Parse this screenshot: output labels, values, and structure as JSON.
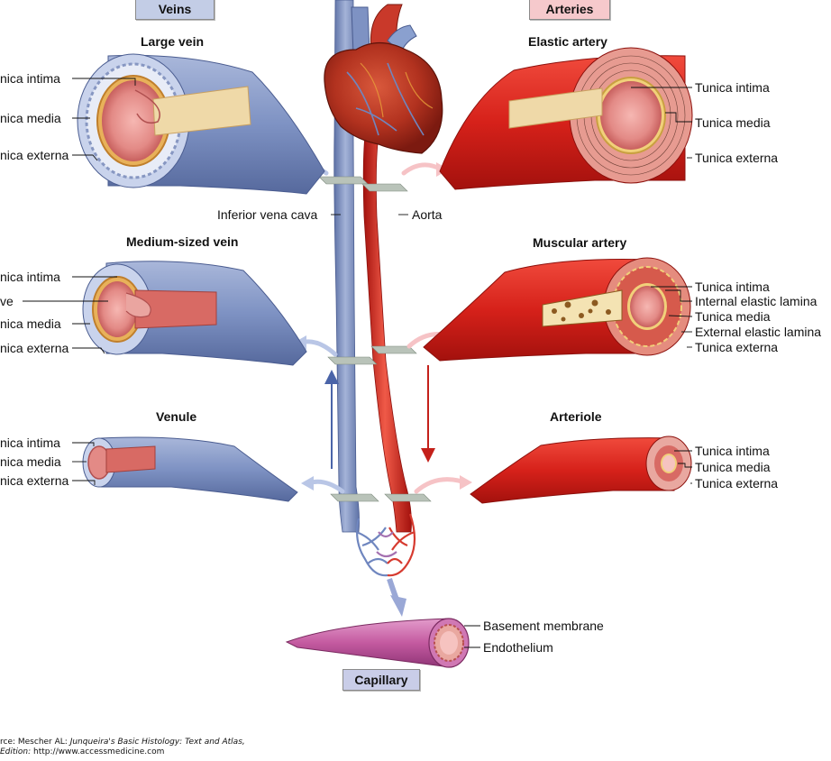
{
  "headers": {
    "veins": "Veins",
    "arteries": "Arteries",
    "capillary": "Capillary"
  },
  "vein_titles": {
    "large": "Large vein",
    "medium": "Medium-sized vein",
    "venule": "Venule"
  },
  "artery_titles": {
    "elastic": "Elastic artery",
    "muscular": "Muscular artery",
    "arteriole": "Arteriole"
  },
  "large_vein_labels": {
    "intima": "nica intima",
    "media": "nica media",
    "externa": "nica externa"
  },
  "medium_vein_labels": {
    "intima": "nica intima",
    "valve": "ve",
    "media": "nica media",
    "externa": "nica externa"
  },
  "venule_labels": {
    "intima": "nica intima",
    "media": "nica media",
    "externa": "nica externa"
  },
  "elastic_labels": {
    "intima": "Tunica intima",
    "media": "Tunica media",
    "externa": "Tunica externa"
  },
  "muscular_labels": {
    "intima": "Tunica intima",
    "iel": "Internal elastic lamina",
    "media": "Tunica media",
    "eel": "External elastic lamina",
    "externa": "Tunica externa"
  },
  "arteriole_labels": {
    "intima": "Tunica intima",
    "media": "Tunica media",
    "externa": "Tunica externa"
  },
  "vessel_labels": {
    "ivc": "Inferior vena cava",
    "aorta": "Aorta"
  },
  "capillary_labels": {
    "basement": "Basement membrane",
    "endothelium": "Endothelium"
  },
  "source": {
    "line1_pre": "rce: Mescher AL: ",
    "line1_italic": "Junqueira's Basic Histology: Text and Atlas,",
    "line2_italic": "Edition:",
    "line2_post": " http://www.accessmedicine.com"
  },
  "colors": {
    "vein": "#7f93c2",
    "artery": "#d9261f",
    "header_veins": "#c3cde6",
    "header_arteries": "#f6c9cc",
    "header_capillary": "#c9cde8",
    "capillary": "#c45aa0"
  }
}
